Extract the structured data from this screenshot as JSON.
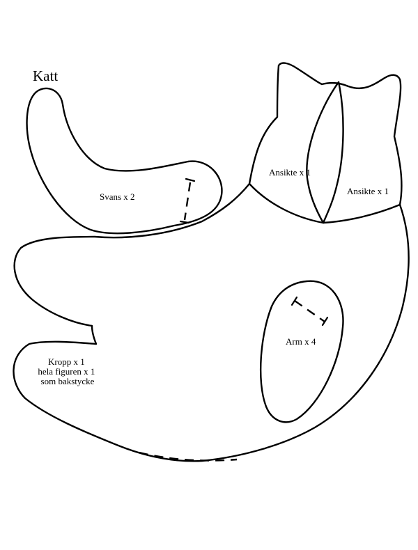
{
  "title": "Katt",
  "pieces": {
    "tail": {
      "label": "Svans x 2"
    },
    "face_left": {
      "label": "Ansikte x 1"
    },
    "face_right": {
      "label": "Ansikte x 1"
    },
    "arm": {
      "label": "Arm x 4"
    },
    "body": {
      "lines": [
        "Kropp x 1",
        "hela figuren x 1",
        "som bakstycke"
      ]
    }
  },
  "colors": {
    "line": "#000000",
    "paper": "#ffffff"
  }
}
